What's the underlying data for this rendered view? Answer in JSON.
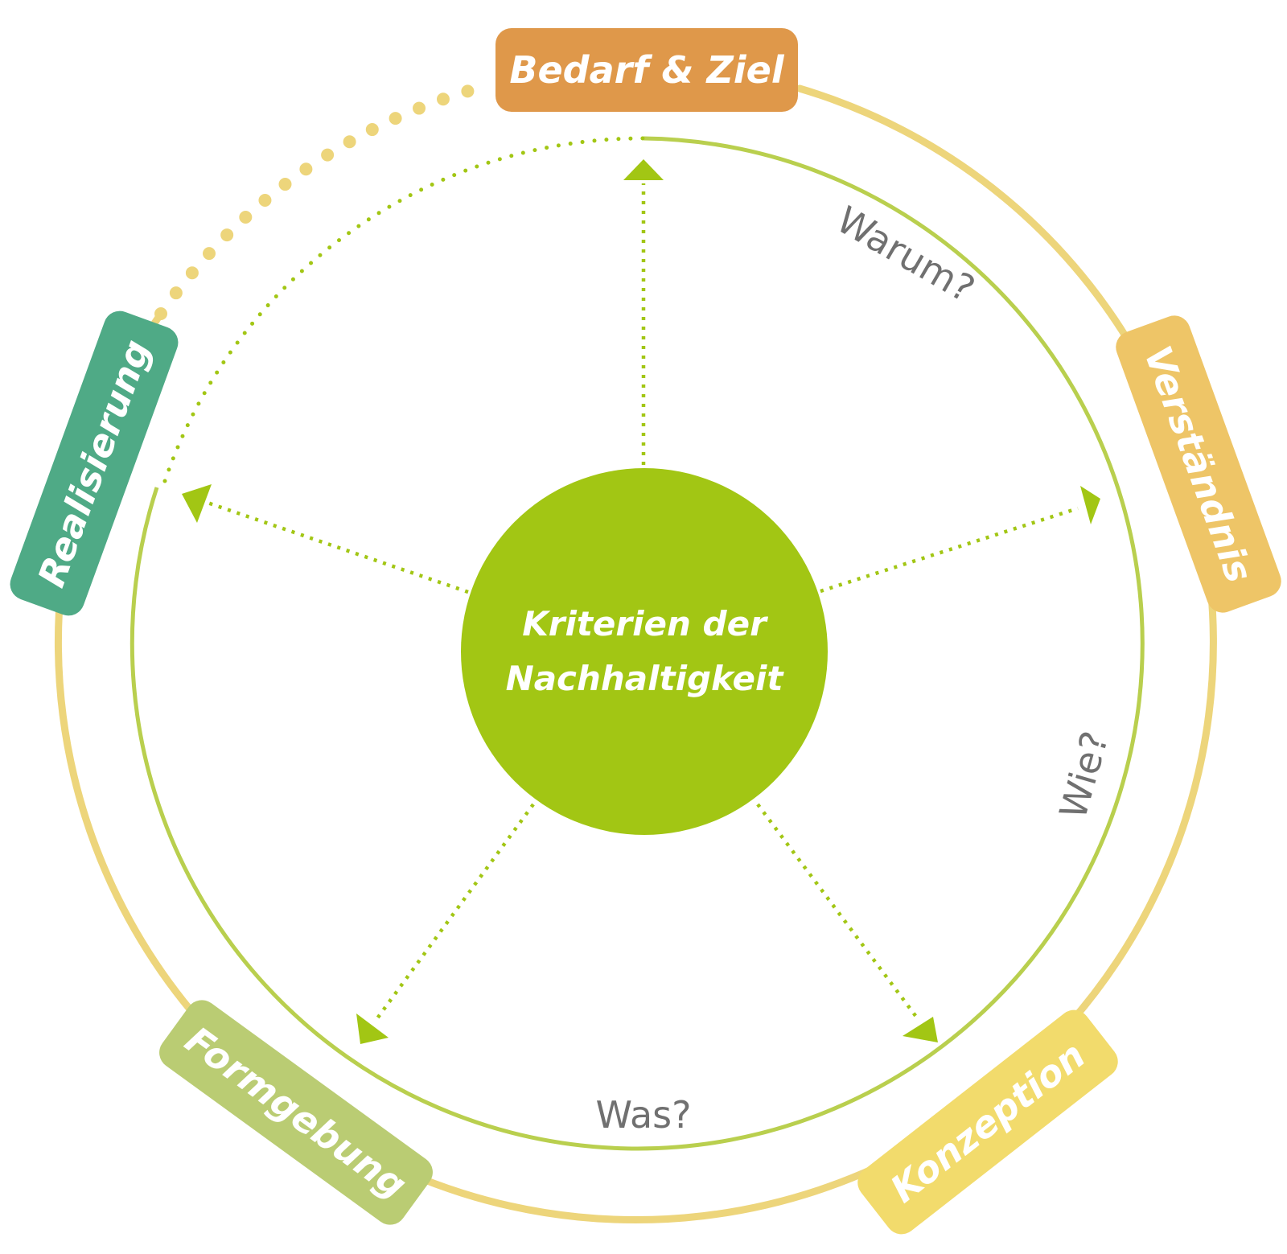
{
  "colors": {
    "outer_ring": "#EDD57B",
    "inner_ring": "#B9CF4E",
    "arrow": "#A2C614",
    "center": "#A2C614",
    "question_text": "#707070"
  },
  "center": {
    "line1": "Kriterien der",
    "line2": "Nachhaltigkeit"
  },
  "stages": {
    "bedarf": {
      "label": "Bedarf & Ziel",
      "color": "#DF984A"
    },
    "verstaendnis": {
      "label": "Verständnis",
      "color": "#EEC567"
    },
    "konzeption": {
      "label": "Konzeption",
      "color": "#F2DB6C"
    },
    "formgebung": {
      "label": "Formgebung",
      "color": "#BACC73"
    },
    "realisierung": {
      "label": "Realisierung",
      "color": "#4FAA86"
    }
  },
  "questions": {
    "warum": "Warum?",
    "wie": "Wie?",
    "was": "Was?"
  }
}
